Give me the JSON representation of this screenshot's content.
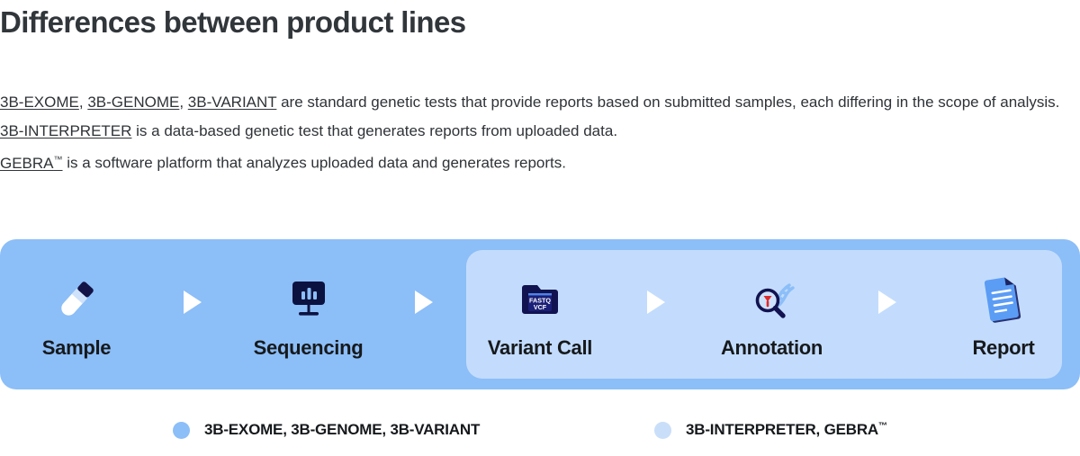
{
  "page_title": "Differences between product lines",
  "description": {
    "line1": {
      "links": [
        "3B-EXOME",
        "3B-GENOME",
        "3B-VARIANT"
      ],
      "sep": ", ",
      "tail": " are standard genetic tests that provide reports based on submitted samples, each differing in the scope of analysis."
    },
    "line2": {
      "link": "3B-INTERPRETER",
      "tail": " is a data-based genetic test that generates reports from uploaded data."
    },
    "line3": {
      "link": "GEBRA",
      "link_tm": "™",
      "tail": " is a software platform that analyzes uploaded data and generates reports."
    }
  },
  "pipeline": {
    "steps": [
      {
        "label": "Sample",
        "icon": "test-tube-icon"
      },
      {
        "label": "Sequencing",
        "icon": "monitor-chart-icon"
      },
      {
        "label": "Variant Call",
        "icon": "file-folder-icon",
        "file_labels": [
          "FASTQ",
          "VCF"
        ]
      },
      {
        "label": "Annotation",
        "icon": "magnifier-dna-icon"
      },
      {
        "label": "Report",
        "icon": "document-icon"
      }
    ],
    "arrow_icon": "triangle-right-icon",
    "colors": {
      "outer_band": "#8cbef8",
      "inner_band": "#c3dcfd",
      "icon_navy": "#131347",
      "icon_blue": "#5b9cf5",
      "icon_red": "#e03030",
      "arrow": "#ffffff"
    }
  },
  "legend": {
    "items": [
      {
        "label": "3B-EXOME, 3B-GENOME, 3B-VARIANT",
        "color": "#8cbef8"
      },
      {
        "label": "3B-INTERPRETER, GEBRA",
        "tm": "™",
        "color": "#c9def9"
      }
    ]
  }
}
